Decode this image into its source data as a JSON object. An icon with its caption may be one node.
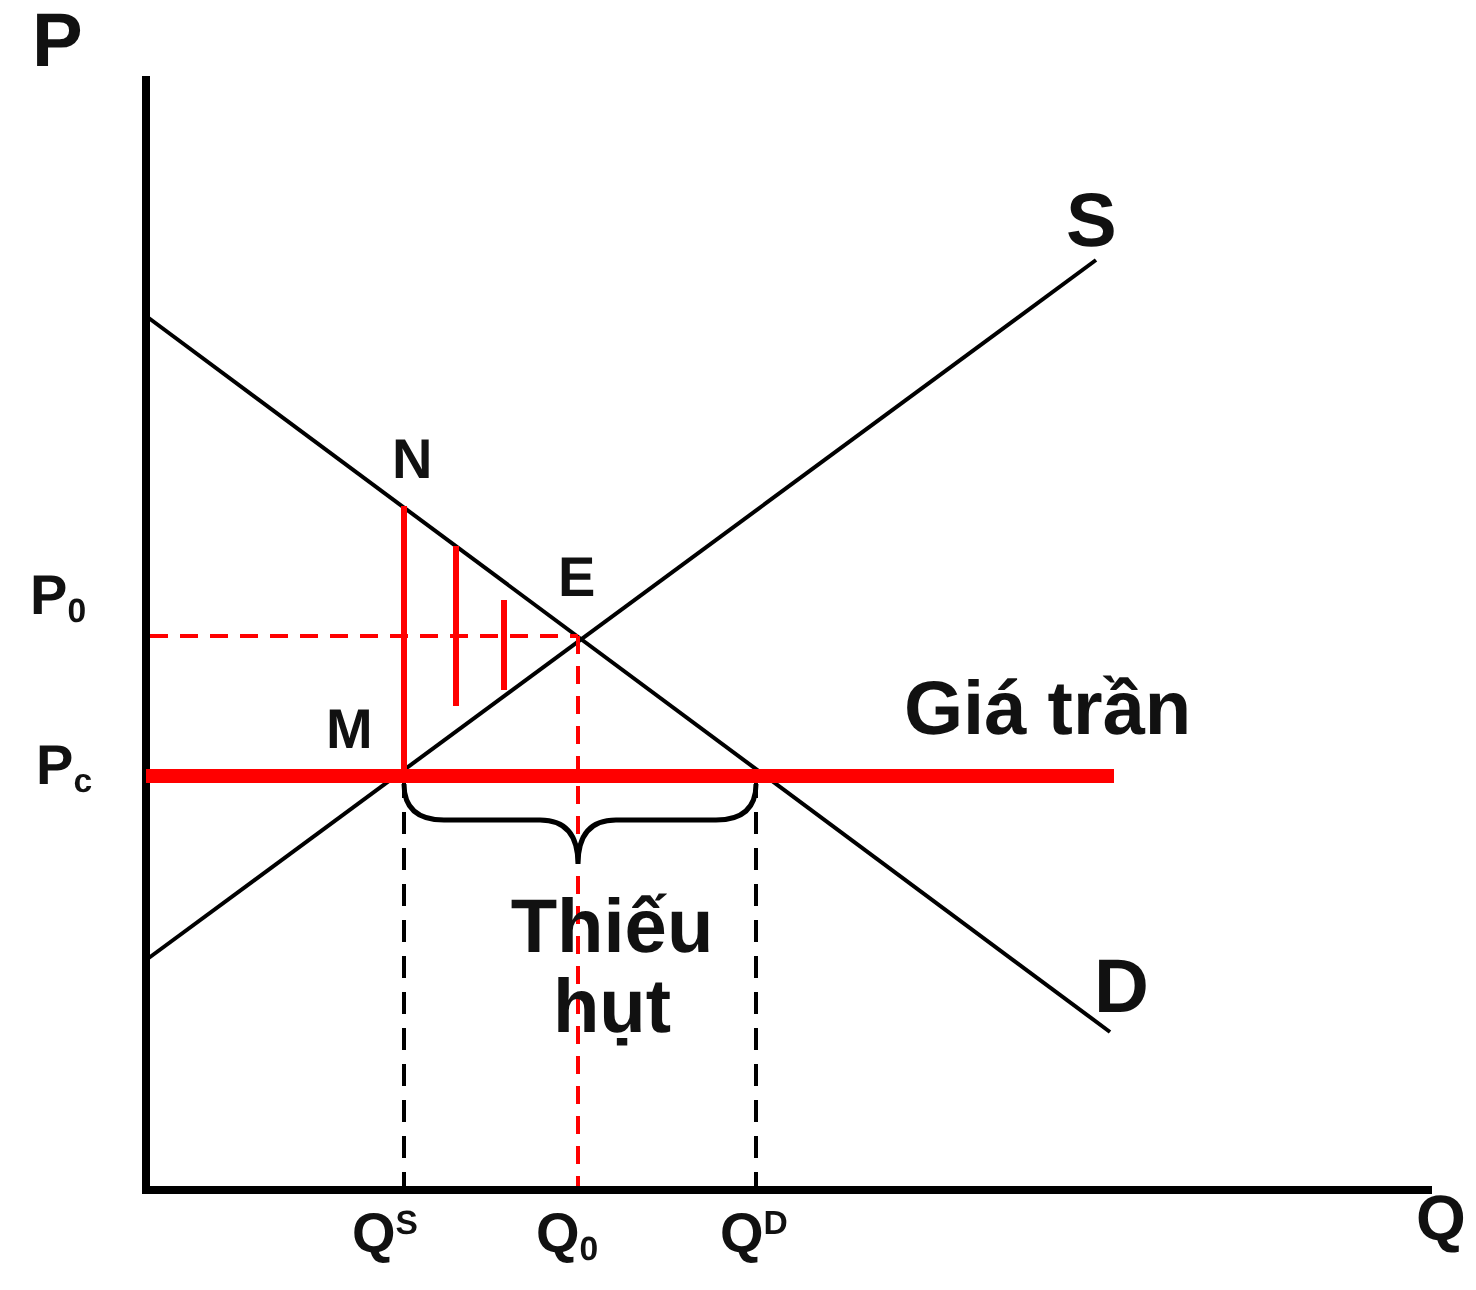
{
  "diagram": {
    "labels": [
      "P",
      "S",
      "N",
      "P$_{0}$",
      "E",
      "Giá trần",
      "M",
      "P$_{c}$",
      "Thiếu hụt",
      "D",
      "Q$^{S}$",
      "Q$_{0}$",
      "Q$^{D}$",
      "Q"
    ]
  }
}
